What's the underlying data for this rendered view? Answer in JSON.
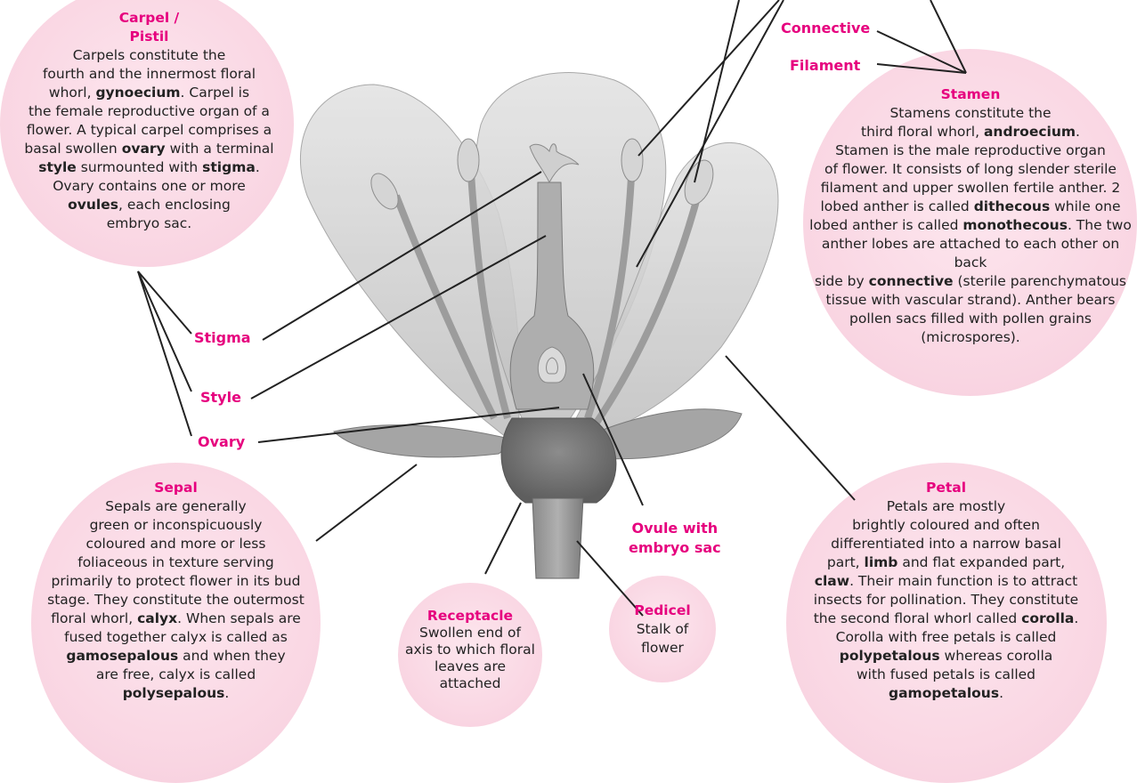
{
  "carpel": {
    "title": "Carpel / Pistil",
    "text_html": "Carpels constitute the<br>fourth and the innermost floral<br>whorl, <b>gynoecium</b>. Carpel is<br>the female reproductive organ of a<br>flower. A typical carpel comprises a<br>basal swollen <b>ovary</b> with a terminal<br><b>style</b> surmounted with <b>stigma</b>.<br>Ovary contains one or more<br><b>ovules</b>, each enclosing<br>embryo sac."
  },
  "stamen": {
    "title": "Stamen",
    "text_html": "Stamens constitute the<br>third floral whorl, <b>androecium</b>.<br>Stamen is the male reproductive organ<br>of flower. It consists of long slender sterile<br>filament and upper swollen fertile anther. 2<br>lobed anther is called <b>dithecous</b> while one<br>lobed anther is called <b>monothecous</b>. The two<br>anther lobes are attached to each other on back<br>side by <b>connective</b> (sterile parenchymatous<br>tissue with vascular strand). Anther bears<br>pollen sacs filled with pollen grains<br>(microspores)."
  },
  "sepal": {
    "title": "Sepal",
    "text_html": "Sepals are generally<br>green or inconspicuously<br>coloured and more or less<br>foliaceous in texture serving<br>primarily to protect flower in its bud<br>stage. They constitute the outermost<br>floral whorl, <b>calyx</b>. When sepals are<br>fused together calyx is called as<br><b>gamosepalous</b> and when they<br>are free, calyx is called<br><b>polysepalous</b>."
  },
  "petal": {
    "title": "Petal",
    "text_html": "Petals are mostly<br>brightly coloured and often<br>differentiated into a narrow basal<br>part, <b>limb</b> and flat expanded part,<br><b>claw</b>. Their main function is to attract<br>insects for pollination. They constitute<br>the second floral whorl called <b>corolla</b>.<br>Corolla with free petals is called<br><b>polypetalous</b> whereas corolla<br>with fused petals is called<br><b>gamopetalous</b>."
  },
  "receptacle": {
    "title": "Receptacle",
    "text_html": "Swollen end of<br>axis to which floral<br>leaves are<br>attached"
  },
  "pedicel": {
    "title": "Pedicel",
    "text_html": "Stalk of<br>flower"
  },
  "labels": {
    "connective": "Connective",
    "filament": "Filament",
    "stigma": "Stigma",
    "style": "Style",
    "ovary": "Ovary",
    "ovule_line1": "Ovule with",
    "ovule_line2": "embryo sac"
  },
  "colors": {
    "accent": "#e6007e",
    "bubble": "#f9d5e2"
  }
}
